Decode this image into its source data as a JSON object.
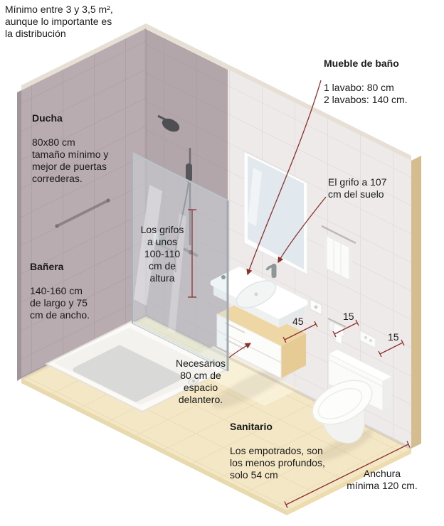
{
  "palette": {
    "accent": "#8a312c",
    "text": "#1a1a1a",
    "wall_left": "#b9acb0",
    "wall_shower": "#b3a6ab",
    "wall_back": "#edeae9",
    "wall_edge": "#d5bd90",
    "wall_top": "#e6dfd3",
    "floor": "#f3e7c6",
    "floor_light": "#f9f1da",
    "glass": "#d5e4eb"
  },
  "intro": "Mínimo entre 3 y 3,5 m²,\naunque lo importante es\nla distribución",
  "ducha": {
    "title": "Ducha",
    "body": "80x80 cm\ntamaño mínimo y\nmejor de puertas\ncorrederas."
  },
  "banera": {
    "title": "Bañera",
    "body": "140-160 cm\nde largo y 75\ncm de ancho."
  },
  "mueble": {
    "title": "Mueble de baño",
    "body": "1 lavabo: 80 cm\n2 lavabos: 140 cm."
  },
  "grifo_lavabo": "El grifo a 107\ncm del suelo",
  "grifos_ducha": "Los grifos\na unos\n100-110\ncm de\naltura",
  "espacio": "Necesarios\n80 cm de\nespacio\ndelantero.",
  "sanitario": {
    "title": "Sanitario",
    "body": "Los empotrados, son\nlos menos profundos,\nsolo 54 cm"
  },
  "anchura": "Anchura\nmínima 120 cm.",
  "dimensions": {
    "vanity_depth": "45",
    "tp_offset": "15",
    "wall_offset": "15"
  }
}
